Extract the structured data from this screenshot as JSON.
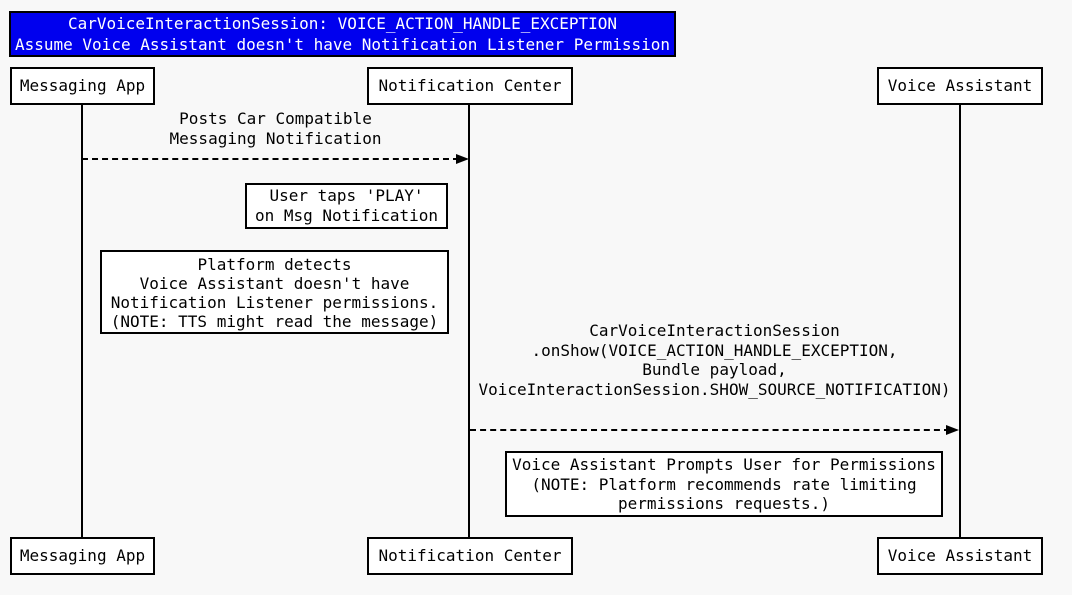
{
  "diagram": {
    "kind": "sequence-diagram",
    "title": {
      "lines": [
        "CarVoiceInteractionSession: VOICE_ACTION_HANDLE_EXCEPTION",
        "Assume Voice Assistant doesn't have Notification Listener Permission"
      ]
    },
    "actors": [
      {
        "label": "Messaging App"
      },
      {
        "label": "Notification Center"
      },
      {
        "label": "Voice Assistant"
      }
    ],
    "messages": [
      {
        "from": "Messaging App",
        "to": "Notification Center",
        "style": "dashed-arrow",
        "lines": [
          "Posts Car Compatible",
          "Messaging Notification"
        ]
      },
      {
        "from": "Notification Center",
        "to": "Voice Assistant",
        "style": "dashed-arrow",
        "lines": [
          "CarVoiceInteractionSession",
          ".onShow(VOICE_ACTION_HANDLE_EXCEPTION,",
          "Bundle payload,",
          "VoiceInteractionSession.SHOW_SOURCE_NOTIFICATION)"
        ]
      }
    ],
    "notes": [
      {
        "lines": [
          "User taps 'PLAY'",
          "on Msg Notification"
        ]
      },
      {
        "lines": [
          "Platform detects",
          "Voice Assistant doesn't have",
          "Notification Listener permissions.",
          "(NOTE: TTS might read the message)"
        ]
      },
      {
        "lines": [
          "Voice Assistant Prompts User for Permissions",
          "(NOTE: Platform recommends rate limiting",
          "permissions requests.)"
        ]
      }
    ],
    "colors": {
      "title_bg": "#0000ee",
      "title_text": "#ffffff",
      "canvas_bg": "#f8f8f8",
      "box_bg": "#ffffff",
      "line": "#000000",
      "text": "#000000"
    }
  }
}
